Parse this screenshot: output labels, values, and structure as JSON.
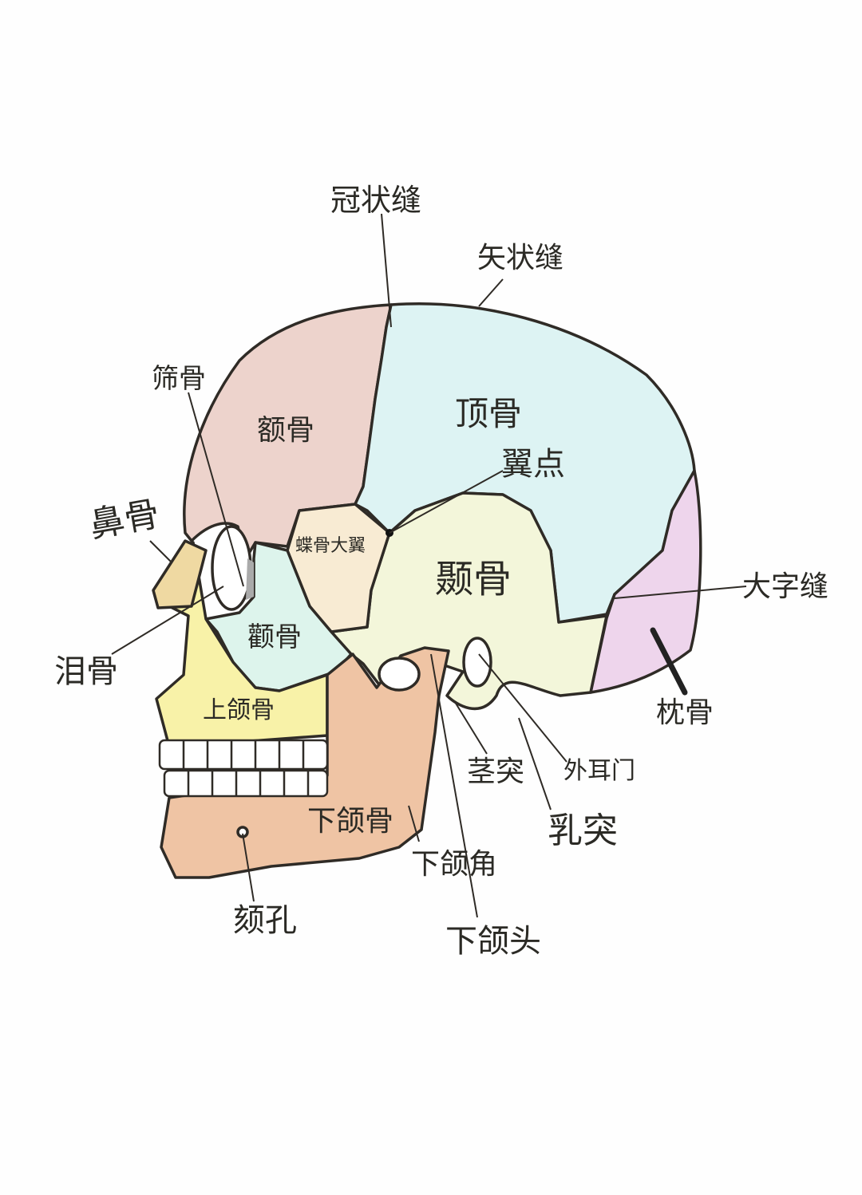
{
  "labels": {
    "coronal_suture": "冠状缝",
    "sagittal_suture": "矢状缝",
    "ethmoid": "筛骨",
    "frontal": "额骨",
    "parietal": "顶骨",
    "pterion": "翼点",
    "nasal": "鼻骨",
    "sphenoid_greater_wing": "蝶骨大翼",
    "temporal": "颞骨",
    "lambdoid_suture": "大字缝",
    "lacrimal": "泪骨",
    "zygomatic": "颧骨",
    "occipital": "枕骨",
    "maxilla": "上颌骨",
    "styloid": "茎突",
    "external_acoustic_meatus": "外耳门",
    "mastoid": "乳突",
    "mandible": "下颌骨",
    "mandible_angle": "下颌角",
    "mental_foramen": "颏孔",
    "mandible_head": "下颌头"
  },
  "colors": {
    "frontal": "#EDD3CC",
    "parietal": "#DDF3F3",
    "temporal": "#F3F6DA",
    "sphenoid": "#F8EBD3",
    "zygomatic": "#DDF4EC",
    "maxilla": "#F8F2A8",
    "mandible": "#EFC4A4",
    "occipital": "#EED5EC",
    "nasal": "#EFD9A2"
  }
}
